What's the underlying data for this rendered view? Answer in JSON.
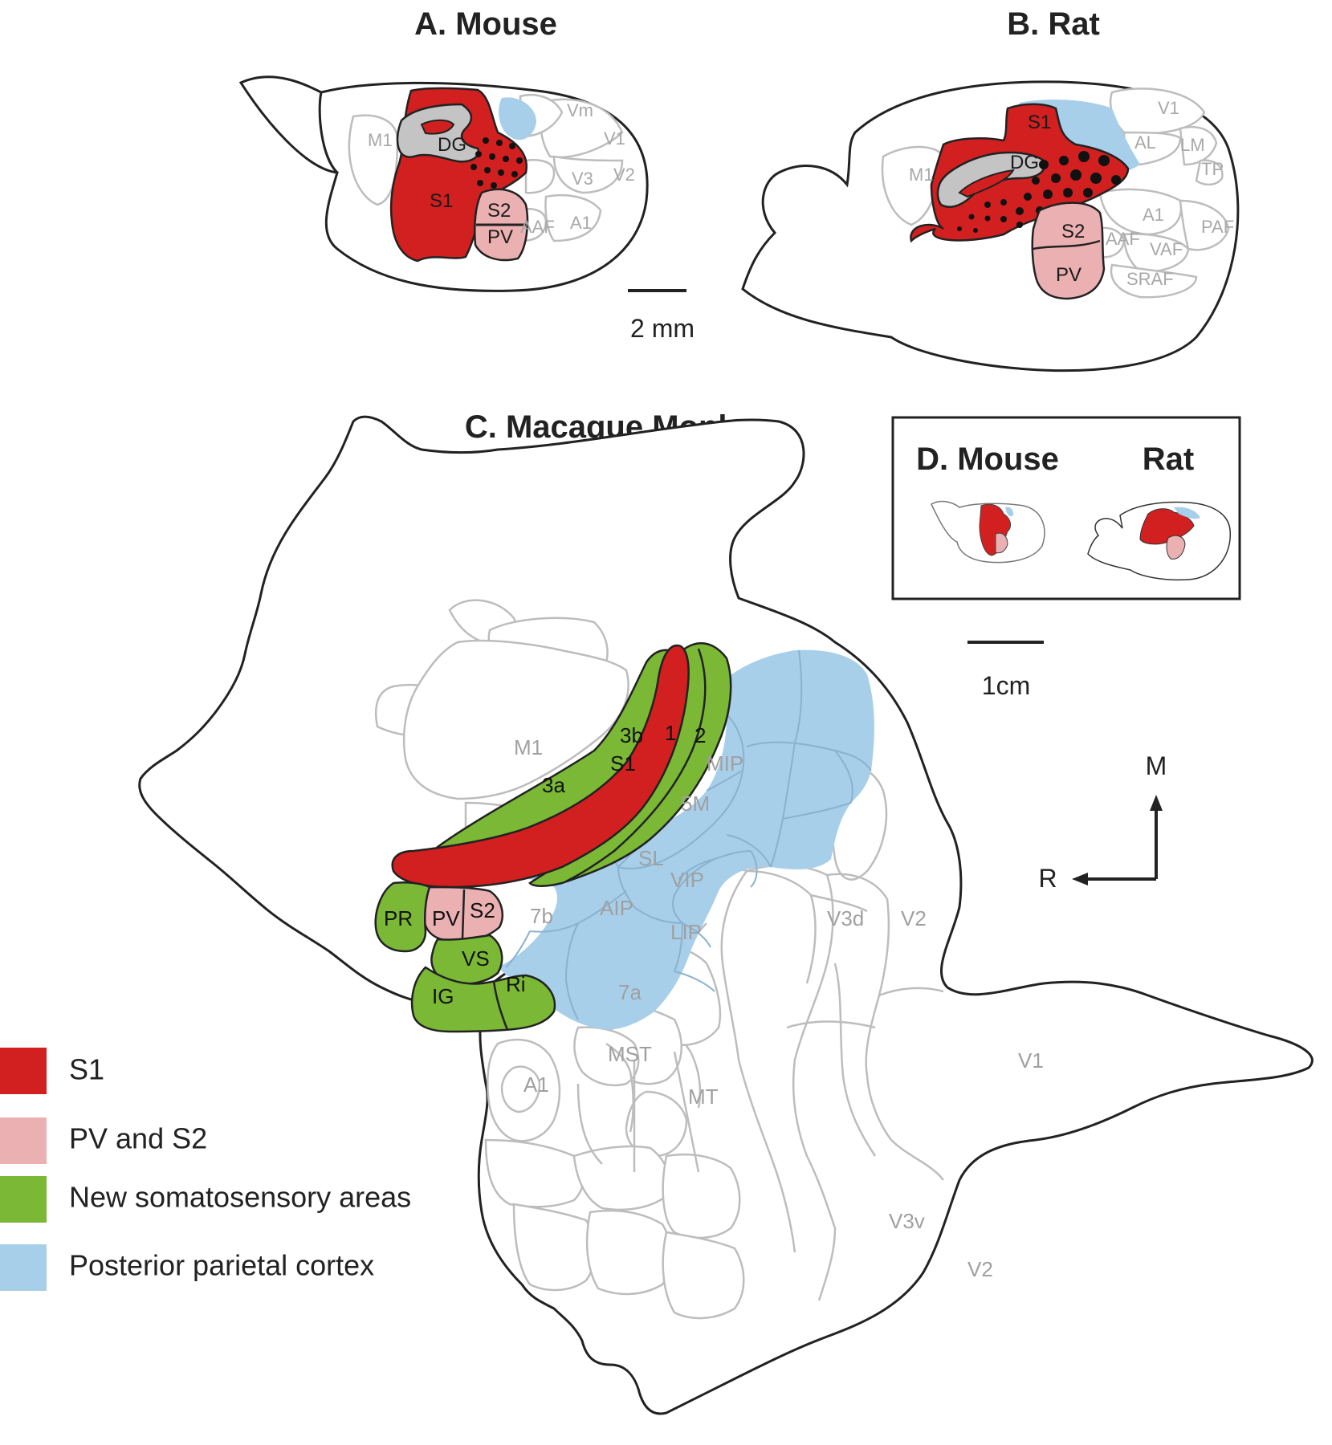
{
  "panels": {
    "a_title": "A. Mouse",
    "b_title": "B. Rat",
    "c_title": "C. Macaque Monkey",
    "d_title_mouse": "D. Mouse",
    "d_title_rat": "Rat"
  },
  "scale_bars": {
    "rodent": "2 mm",
    "monkey": "1cm"
  },
  "orientation": {
    "medial": "M",
    "rostral": "R"
  },
  "mouse_labels": {
    "m1": "M1",
    "dg": "DG",
    "s1": "S1",
    "s2": "S2",
    "pv": "PV",
    "vm": "Vm",
    "v1": "V1",
    "v3": "V3",
    "v2": "V2",
    "aaf": "AAF",
    "a1": "A1"
  },
  "rat_labels": {
    "s1": "S1",
    "dg": "DG",
    "m1": "M1",
    "s2": "S2",
    "pv": "PV",
    "v1": "V1",
    "al": "AL",
    "lm": "LM",
    "tp": "TP",
    "a1": "A1",
    "aaf": "AAF",
    "vaf": "VAF",
    "paf": "PAF",
    "sraf": "SRAF"
  },
  "monkey_labels": {
    "m1": "M1",
    "a3a": "3a",
    "a3b": "3b",
    "s1": "S1",
    "a1_area": "1",
    "a2_area": "2",
    "mip": "MIP",
    "a5m": "5M",
    "sl": "SL",
    "vip": "VIP",
    "aip": "AIP",
    "lip": "LIP",
    "a7b": "7b",
    "a7a": "7a",
    "pr": "PR",
    "pv": "PV",
    "s2": "S2",
    "vs": "VS",
    "ig": "IG",
    "ri": "Ri",
    "v3d": "V3d",
    "v2_top": "V2",
    "v1": "V1",
    "mst": "MST",
    "mt": "MT",
    "a1": "A1",
    "v3v": "V3v",
    "v2_bottom": "V2"
  },
  "legend": [
    {
      "label": "S1",
      "color": "#d21f1f"
    },
    {
      "label": "PV and S2",
      "color": "#eab0b2"
    },
    {
      "label": "New somatosensory areas",
      "color": "#7ab835"
    },
    {
      "label": "Posterior parietal cortex",
      "color": "#a7cfea"
    }
  ]
}
